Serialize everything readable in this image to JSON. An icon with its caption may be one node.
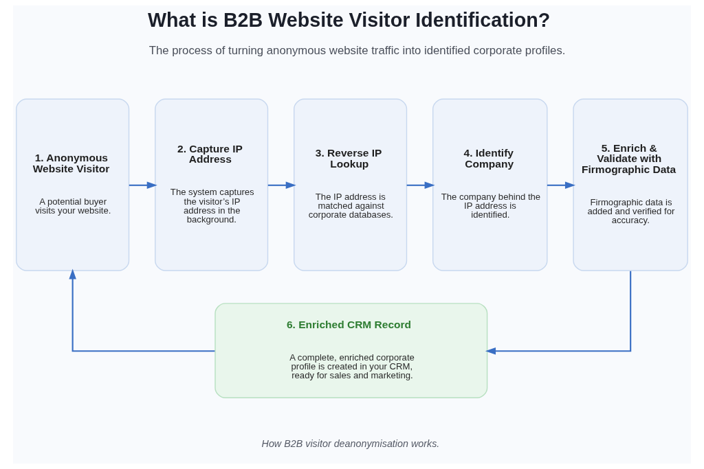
{
  "diagram": {
    "title": "What is B2B Website Visitor Identification?",
    "caption": "How B2B visitor deanonymisation works.",
    "nodes": [
      {
        "text": [
          "1. Anonymous Website Visitor",
          "A potential buyer visits your website."
        ]
      },
      {
        "text": [
          "2. Capture IP Address",
          "The system captures the visitor’s IP address in the background."
        ]
      },
      {
        "text": [
          "3. Reverse IP Lookup",
          "The IP address is matched against corporate databases."
        ]
      },
      {
        "text": [
          "4. Identify Company",
          "The company behind the IP address is identified."
        ]
      },
      {
        "text": [
          "5. Enrich & Validate with Firmographic Data",
          "Firmographic data is added and verified for accuracy."
        ]
      },
      {
        "text": [
          "6. Enriched CRM Record",
          "A complete, enriched corporate profile is created in your CRM, ready for sales and marketing."
        ]
      }
    ],
    "edges": [
      {
        "from": 0,
        "to": 1,
        "arrow": "to"
      },
      {
        "from": 1,
        "to": 2,
        "arrow": "to"
      },
      {
        "from": 2,
        "to": 3,
        "arrow": "to"
      },
      {
        "from": 3,
        "to": 4,
        "arrow": "to"
      },
      {
        "from": 4,
        "to": 5,
        "arrow": "to"
      },
      {
        "from": 5,
        "to": 0,
        "arrow": "to"
      }
    ],
    "labels": [
      "The process of turning anonymous website traffic into identified corporate profiles."
    ]
  }
}
